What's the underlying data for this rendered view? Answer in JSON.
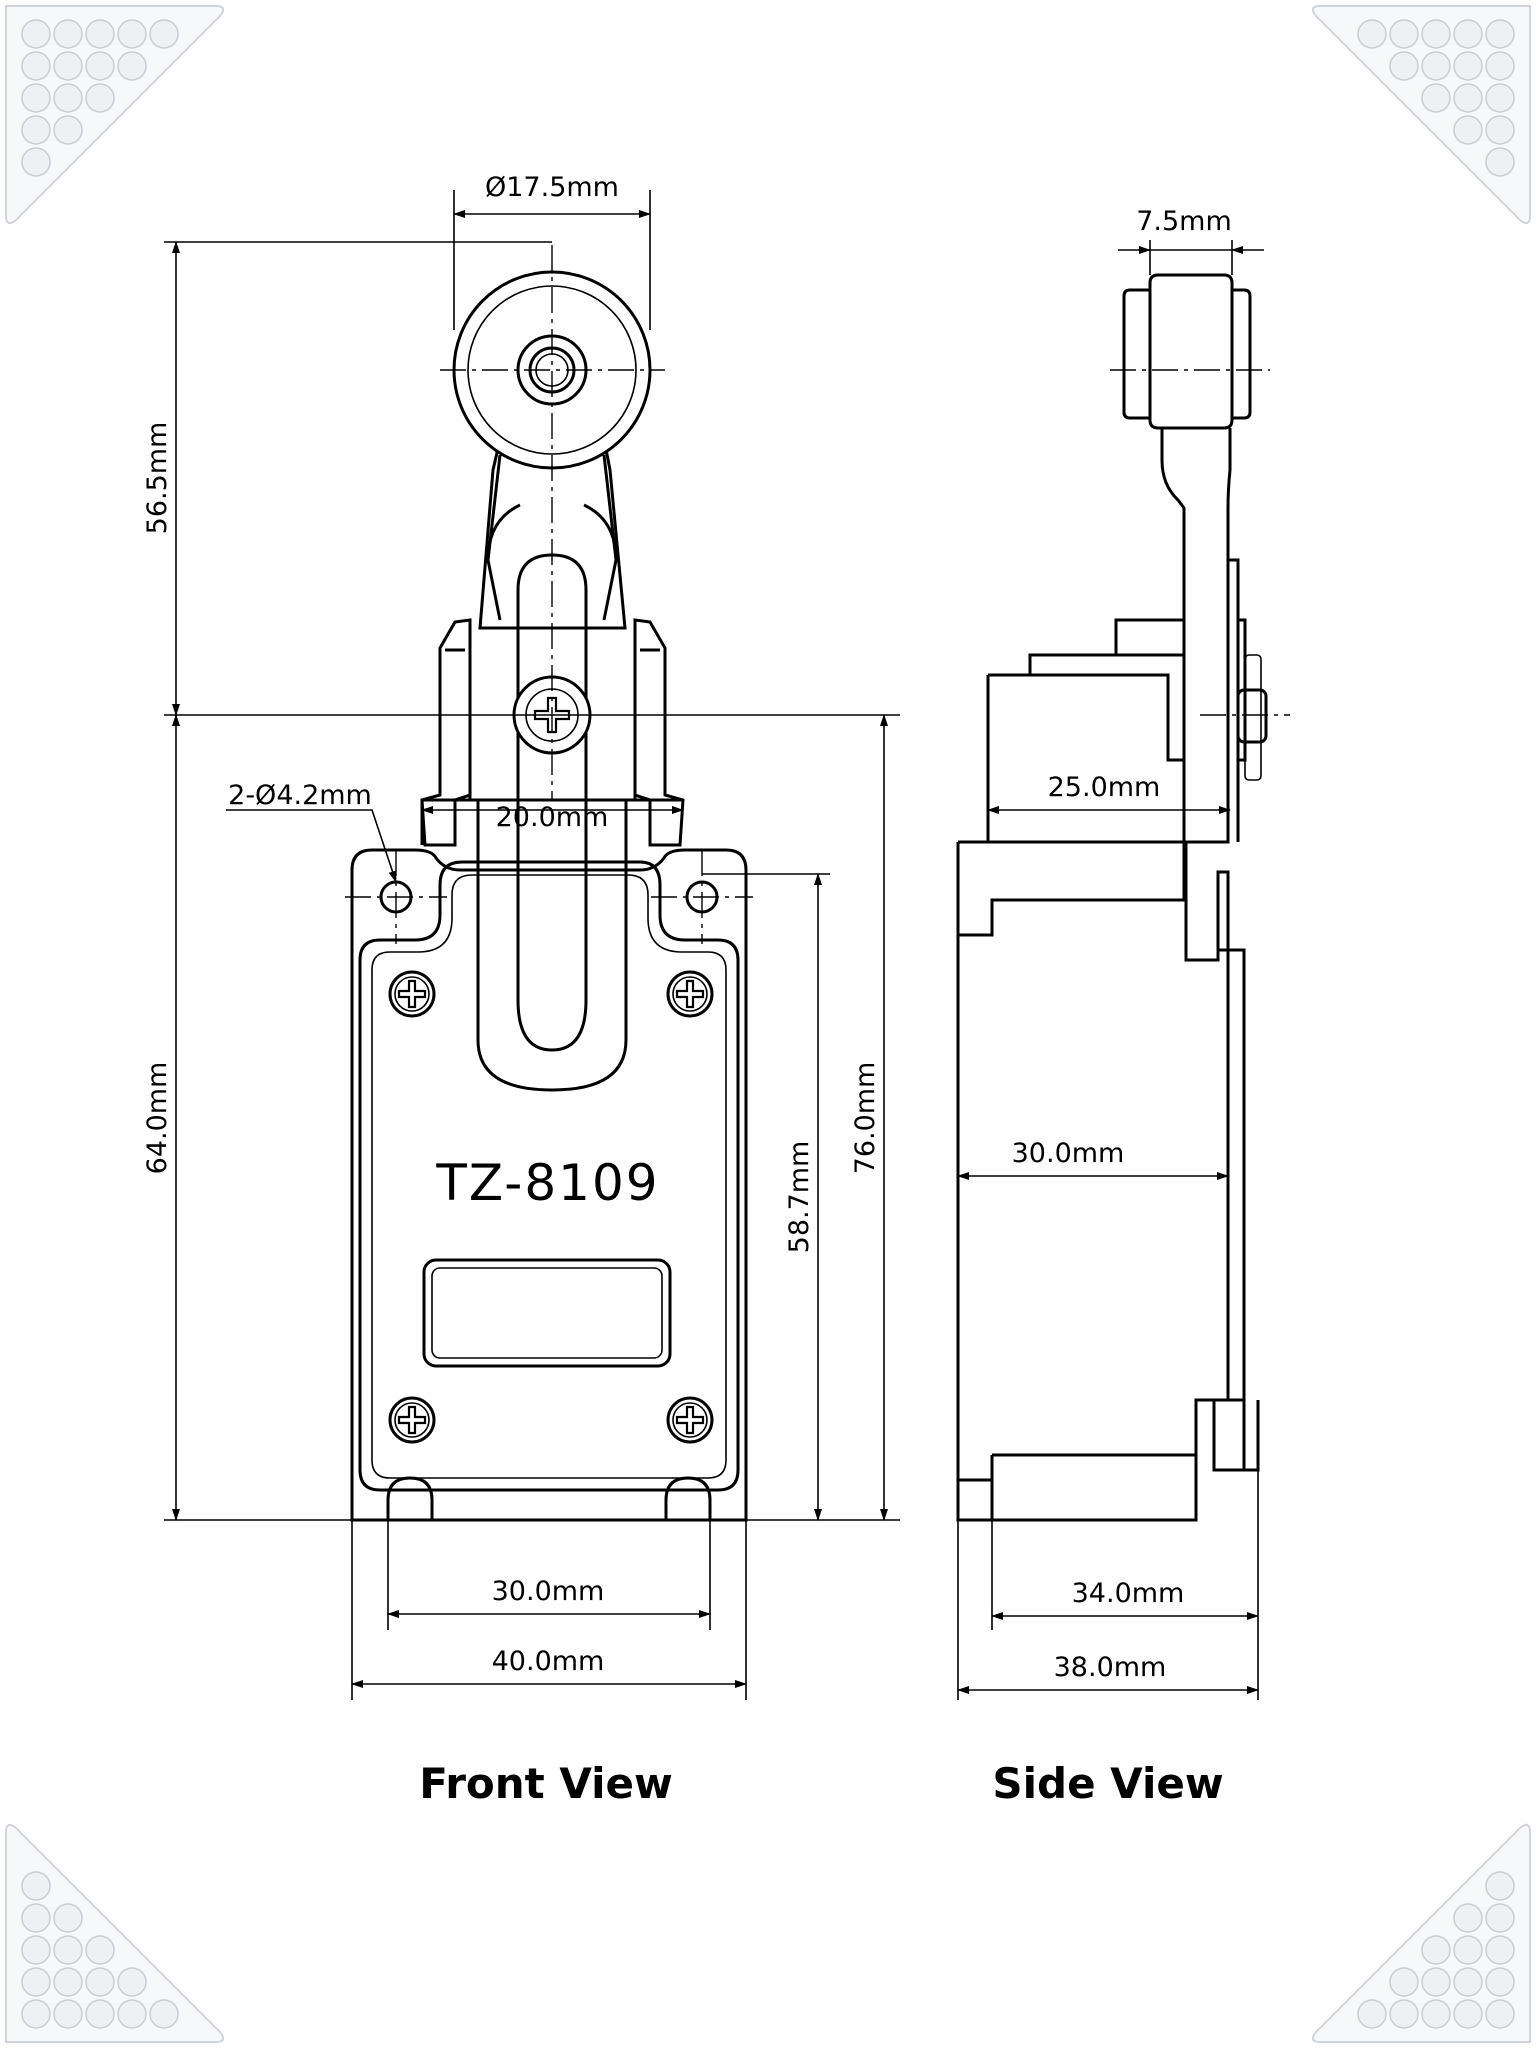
{
  "model_label": "TZ-8109",
  "captions": {
    "front": "Front View",
    "side": "Side View"
  },
  "dimensions": {
    "front": {
      "roller_diameter": "Ø17.5mm",
      "lever_height": "56.5mm",
      "body_height": "64.0mm",
      "mount_holes": "2-Ø4.2mm",
      "neck_width": "20.0mm",
      "hole_spacing_vertical": "58.7mm",
      "total_height": "76.0mm",
      "base_inner_width": "30.0mm",
      "base_width": "40.0mm"
    },
    "side": {
      "roller_width": "7.5mm",
      "head_depth": "25.0mm",
      "body_depth": "30.0mm",
      "base_inner_depth": "34.0mm",
      "base_depth": "38.0mm"
    }
  },
  "icons": {
    "screws": "phillips-screw-icon",
    "corners": "corner-protector-icon"
  }
}
